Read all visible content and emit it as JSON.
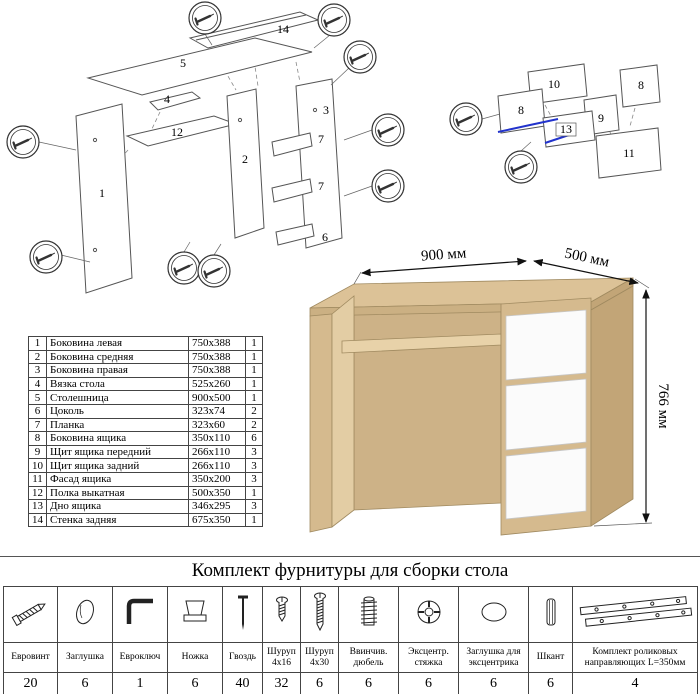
{
  "title": "Комплект фурнитуры для сборки стола",
  "parts_table": {
    "rows": [
      {
        "num": "1",
        "name": "Боковина левая",
        "size": "750x388",
        "qty": "1"
      },
      {
        "num": "2",
        "name": "Боковина средняя",
        "size": "750x388",
        "qty": "1"
      },
      {
        "num": "3",
        "name": "Боковина правая",
        "size": "750x388",
        "qty": "1"
      },
      {
        "num": "4",
        "name": "Вязка стола",
        "size": "525x260",
        "qty": "1"
      },
      {
        "num": "5",
        "name": "Столешница",
        "size": "900x500",
        "qty": "1"
      },
      {
        "num": "6",
        "name": "Цоколь",
        "size": "323x74",
        "qty": "2"
      },
      {
        "num": "7",
        "name": "Планка",
        "size": "323x60",
        "qty": "2"
      },
      {
        "num": "8",
        "name": "Боковина ящика",
        "size": "350x110",
        "qty": "6"
      },
      {
        "num": "9",
        "name": "Щит ящика передний",
        "size": "266x110",
        "qty": "3"
      },
      {
        "num": "10",
        "name": "Щит ящика задний",
        "size": "266x110",
        "qty": "3"
      },
      {
        "num": "11",
        "name": "Фасад ящика",
        "size": "350x200",
        "qty": "3"
      },
      {
        "num": "12",
        "name": "Полка выкатная",
        "size": "500x350",
        "qty": "1"
      },
      {
        "num": "13",
        "name": "Дно ящика",
        "size": "346x295",
        "qty": "3"
      },
      {
        "num": "14",
        "name": "Стенка задняя",
        "size": "675x350",
        "qty": "1"
      }
    ]
  },
  "desk_dimensions": {
    "width": "900 мм",
    "depth": "500 мм",
    "height": "766 мм"
  },
  "diagram_left": {
    "labels": {
      "back_panel": "14",
      "desktop": "5",
      "rail": "4",
      "shelf": "12",
      "middle_side": "2",
      "left_side": "1",
      "right_side": "3",
      "strip_top": "7",
      "strip_bottom": "7",
      "plinth": "6"
    }
  },
  "diagram_right": {
    "labels": {
      "drawer_back": "10",
      "drawer_side_left": "8",
      "drawer_side_right": "8",
      "drawer_front": "9",
      "drawer_bottom": "13",
      "drawer_facade": "11"
    }
  },
  "hardware": {
    "items": [
      {
        "name": "Евровинт",
        "qty": "20"
      },
      {
        "name": "Заглушка",
        "qty": "6"
      },
      {
        "name": "Евроключ",
        "qty": "1"
      },
      {
        "name": "Ножка",
        "qty": "6"
      },
      {
        "name": "Гвоздь",
        "qty": "40"
      },
      {
        "name": "Шуруп 4х16",
        "qty": "32"
      },
      {
        "name": "Шуруп 4х30",
        "qty": "6"
      },
      {
        "name": "Ввинчив. дюбель",
        "qty": "6"
      },
      {
        "name": "Эксцентр. стяжка",
        "qty": "6"
      },
      {
        "name": "Заглушка для эксцентрика",
        "qty": "6"
      },
      {
        "name": "Шкант",
        "qty": "6"
      },
      {
        "name": "Комплект роликовых направляющих L=350мм",
        "qty": "4"
      }
    ]
  }
}
